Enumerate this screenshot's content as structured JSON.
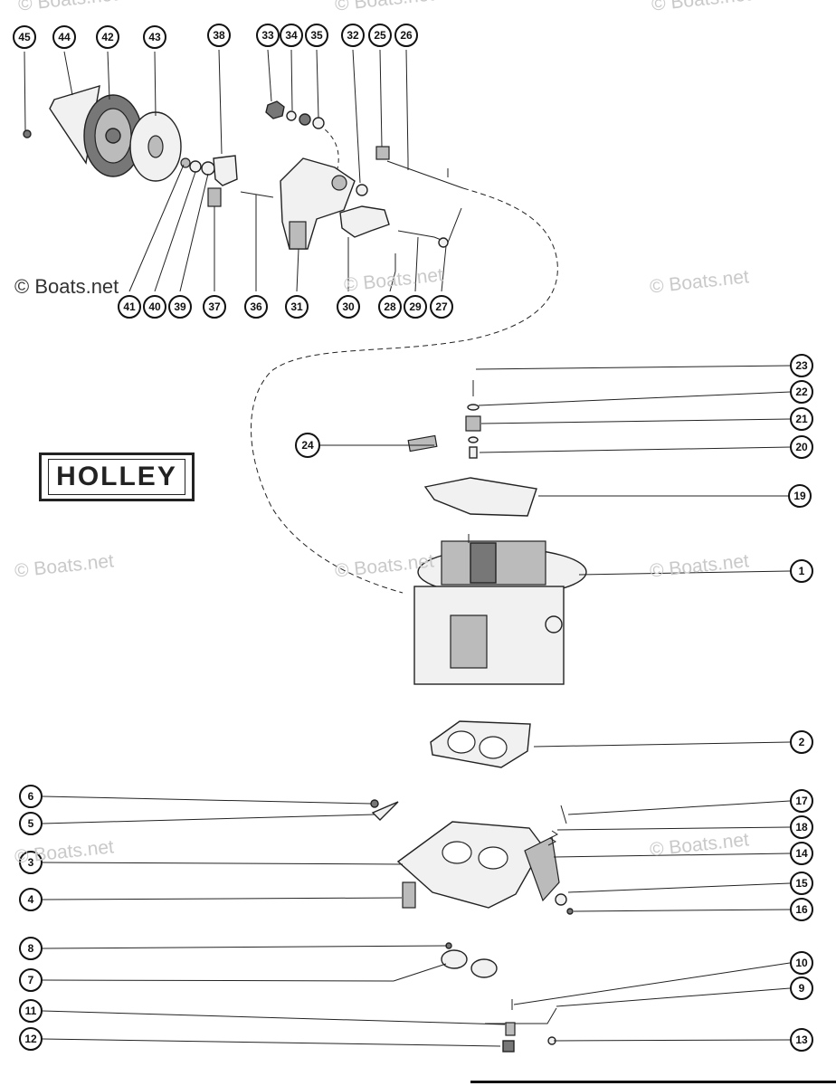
{
  "title_box": "HOLLEY",
  "watermarks": [
    "© Boats.net",
    "© Boats.net",
    "© Boats.net",
    "© Boats.net",
    "© Boats.net",
    "© Boats.net",
    "© Boats.net",
    "© Boats.net",
    "© Boats.net",
    "© Boats.net",
    "© Boats.net"
  ],
  "callouts": [
    "1",
    "2",
    "3",
    "4",
    "5",
    "6",
    "7",
    "8",
    "9",
    "10",
    "11",
    "12",
    "13",
    "14",
    "15",
    "16",
    "17",
    "18",
    "19",
    "20",
    "21",
    "22",
    "23",
    "24",
    "25",
    "26",
    "27",
    "28",
    "29",
    "30",
    "31",
    "32",
    "33",
    "34",
    "35",
    "36",
    "37",
    "38",
    "39",
    "40",
    "41",
    "42",
    "43",
    "44",
    "45"
  ]
}
